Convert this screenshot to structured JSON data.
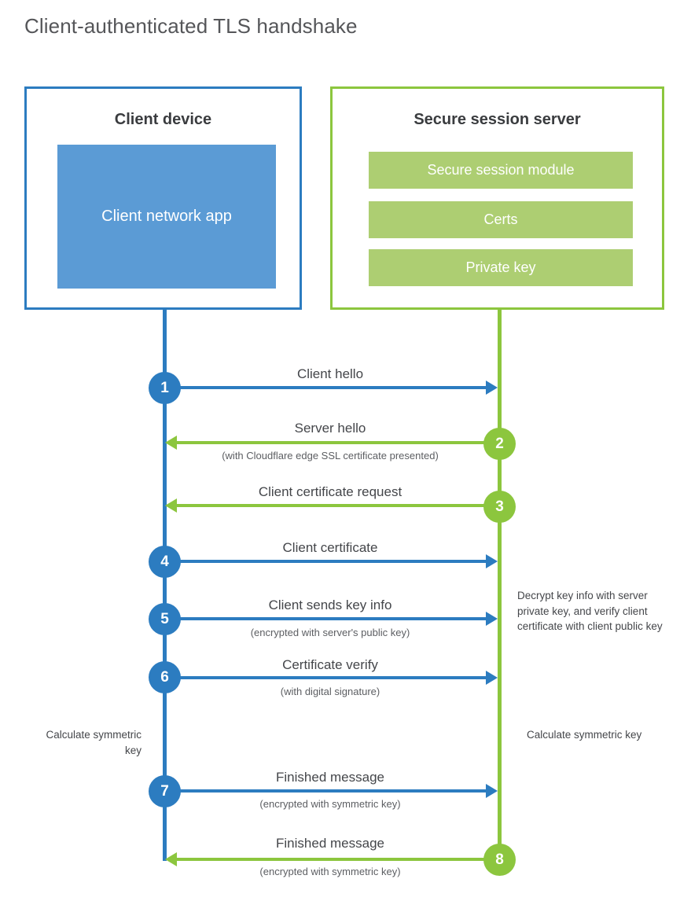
{
  "title": "Client-authenticated TLS handshake",
  "colors": {
    "client_blue": "#2c7cc0",
    "client_app_fill": "#5b9bd5",
    "server_green": "#8cc63e",
    "server_block_fill": "#adce72",
    "text_dark": "#44464a",
    "title_gray": "#555659"
  },
  "client": {
    "title": "Client device",
    "blocks": [
      {
        "label": "Client network app"
      }
    ]
  },
  "server": {
    "title": "Secure session server",
    "blocks": [
      {
        "label": "Secure session module"
      },
      {
        "label": "Certs"
      },
      {
        "label": "Private key"
      }
    ]
  },
  "steps": [
    {
      "number": "1",
      "label": "Client hello",
      "sublabel": "",
      "direction": "client-to-server",
      "color": "blue"
    },
    {
      "number": "2",
      "label": "Server hello",
      "sublabel": "(with Cloudflare edge SSL certificate presented)",
      "direction": "server-to-client",
      "color": "green"
    },
    {
      "number": "3",
      "label": "Client certificate request",
      "sublabel": "",
      "direction": "server-to-client",
      "color": "green"
    },
    {
      "number": "4",
      "label": "Client certificate",
      "sublabel": "",
      "direction": "client-to-server",
      "color": "blue"
    },
    {
      "number": "5",
      "label": "Client sends key info",
      "sublabel": "(encrypted with server's public key)",
      "direction": "client-to-server",
      "color": "blue"
    },
    {
      "number": "6",
      "label": "Certificate verify",
      "sublabel": "(with digital signature)",
      "direction": "client-to-server",
      "color": "blue"
    },
    {
      "number": "7",
      "label": "Finished message",
      "sublabel": "(encrypted with symmetric key)",
      "direction": "client-to-server",
      "color": "blue"
    },
    {
      "number": "8",
      "label": "Finished message",
      "sublabel": "(encrypted with symmetric key)",
      "direction": "server-to-client",
      "color": "green"
    }
  ],
  "annotations": {
    "server_decrypt": "Decrypt key info with server private key, and verify client certificate with client public key",
    "client_calculate": "Calculate symmetric key",
    "server_calculate": "Calculate symmetric key"
  }
}
